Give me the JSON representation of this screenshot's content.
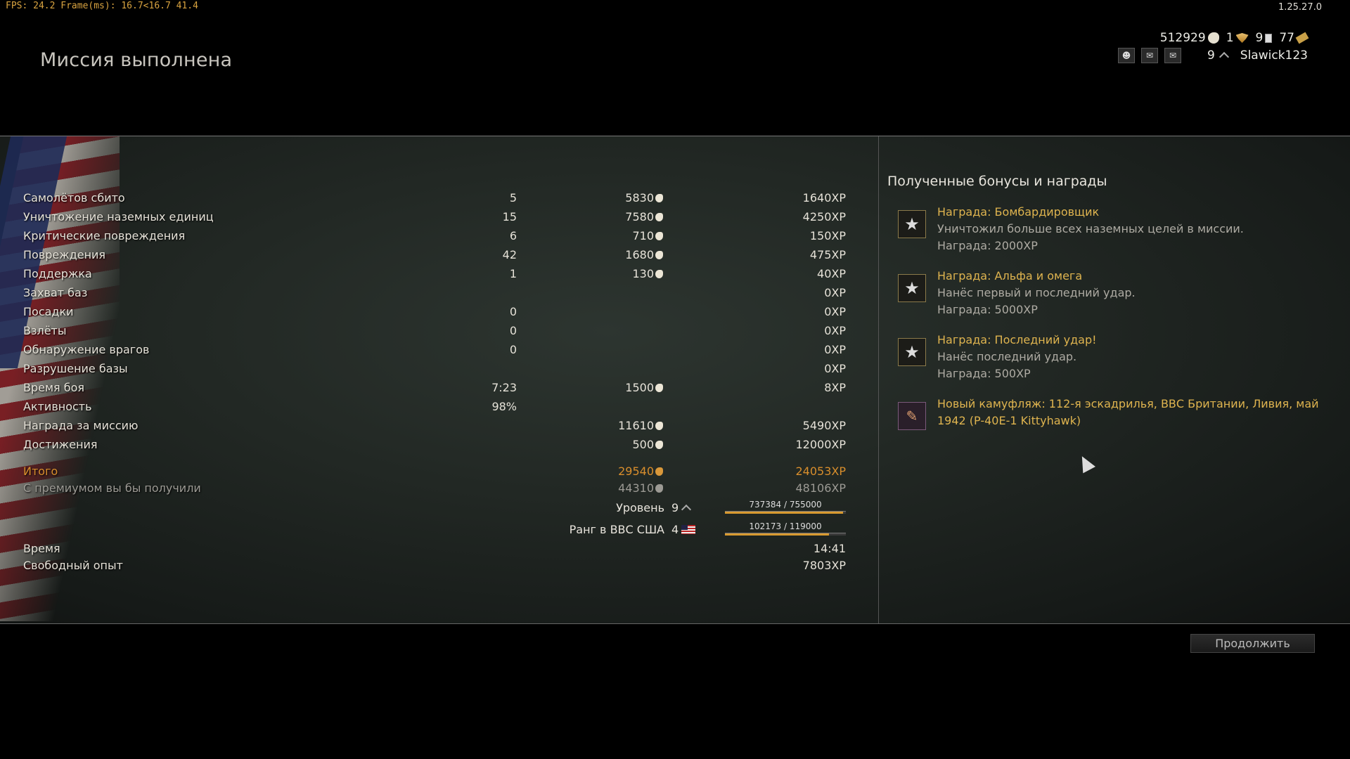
{
  "overlay": {
    "fps": "FPS: 24.2 Frame(ms): 16.7<16.7 41.4",
    "version": "1.25.27.0"
  },
  "page_title": "Миссия выполнена",
  "header": {
    "silver_lions": "512929",
    "gold_eagles": "1",
    "cards": "9",
    "tickets": "77",
    "level": "9",
    "username": "Slawick123",
    "buttons": [
      "profile-icon",
      "chat-icon",
      "mail-icon"
    ]
  },
  "stats": [
    {
      "label": "Самолётов сбито",
      "count": "5",
      "sl": "5830",
      "xp": "1640XP"
    },
    {
      "label": "Уничтожение наземных единиц",
      "count": "15",
      "sl": "7580",
      "xp": "4250XP"
    },
    {
      "label": "Критические повреждения",
      "count": "6",
      "sl": "710",
      "xp": "150XP"
    },
    {
      "label": "Повреждения",
      "count": "42",
      "sl": "1680",
      "xp": "475XP"
    },
    {
      "label": "Поддержка",
      "count": "1",
      "sl": "130",
      "xp": "40XP"
    },
    {
      "label": "Захват баз",
      "count": "",
      "sl": "",
      "xp": "0XP"
    },
    {
      "label": "Посадки",
      "count": "0",
      "sl": "",
      "xp": "0XP"
    },
    {
      "label": "Взлёты",
      "count": "0",
      "sl": "",
      "xp": "0XP"
    },
    {
      "label": "Обнаружение врагов",
      "count": "0",
      "sl": "",
      "xp": "0XP"
    },
    {
      "label": "Разрушение базы",
      "count": "",
      "sl": "",
      "xp": "0XP"
    },
    {
      "label": "Время боя",
      "count": "7:23",
      "sl": "1500",
      "xp": "8XP"
    },
    {
      "label": "Активность",
      "count": "98%",
      "sl": "",
      "xp": ""
    },
    {
      "label": "Награда за миссию",
      "count": "",
      "sl": "11610",
      "xp": "5490XP"
    },
    {
      "label": "Достижения",
      "count": "",
      "sl": "500",
      "xp": "12000XP"
    }
  ],
  "total": {
    "label": "Итого",
    "sl": "29540",
    "xp": "24053XP"
  },
  "premium": {
    "label": "С премиумом вы бы получили",
    "sl": "44310",
    "xp": "48106XP"
  },
  "level_progress": {
    "label": "Уровень",
    "value": "9",
    "text": "737384 / 755000",
    "fraction": 0.976
  },
  "rank_progress": {
    "label": "Ранг в ВВС США",
    "value": "4",
    "text": "102173 / 119000",
    "fraction": 0.859
  },
  "time": {
    "label": "Время",
    "value": "14:41"
  },
  "free_xp": {
    "label": "Свободный опыт",
    "value": "7803XP"
  },
  "rewards": {
    "title": "Полученные бонусы и награды",
    "items": [
      {
        "icon": "star-icon",
        "title": "Награда: Бомбардировщик",
        "lines": [
          "Уничтожил больше всех наземных целей в миссии.",
          "Награда: 2000XP"
        ]
      },
      {
        "icon": "star-icon",
        "title": "Награда: Альфа и омега",
        "lines": [
          "Нанёс первый и последний удар.",
          "Награда: 5000XP"
        ]
      },
      {
        "icon": "star-icon",
        "title": "Награда: Последний удар!",
        "lines": [
          "Нанёс последний удар.",
          "Награда: 500XP"
        ]
      },
      {
        "icon": "brush-icon",
        "title": "Новый камуфляж: 112-я эскадрилья, ВВС Британии, Ливия, май 1942 (P-40E-1 Kittyhawk)",
        "lines": []
      }
    ]
  },
  "continue_label": "Продолжить",
  "colors": {
    "accent_gold": "#dfb44f",
    "total_orange": "#d88e2c",
    "progress_fill": "#d89a30"
  }
}
